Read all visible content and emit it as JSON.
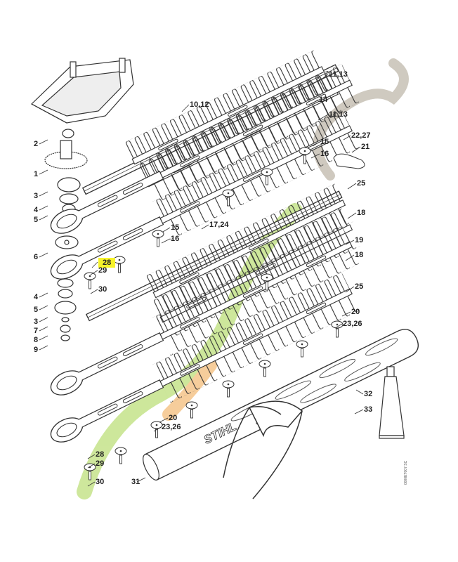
{
  "diagram": {
    "brand_logo": "STIHL",
    "drawing_code": "0000ET007 SC",
    "part_labels": [
      "10,12",
      "11,13",
      "14",
      "11,13",
      "22,27",
      "21",
      "15",
      "16",
      "2",
      "1",
      "3",
      "4",
      "5",
      "25",
      "15",
      "16",
      "17,24",
      "18",
      "6",
      "28",
      "29",
      "30",
      "19",
      "18",
      "4",
      "5",
      "3",
      "7",
      "25",
      "8",
      "20",
      "23,26",
      "9",
      "32",
      "33",
      "20",
      "23,26",
      "28",
      "29",
      "30",
      "31"
    ],
    "highlighted_label": "28",
    "highlight_color": "#f7f32a"
  }
}
